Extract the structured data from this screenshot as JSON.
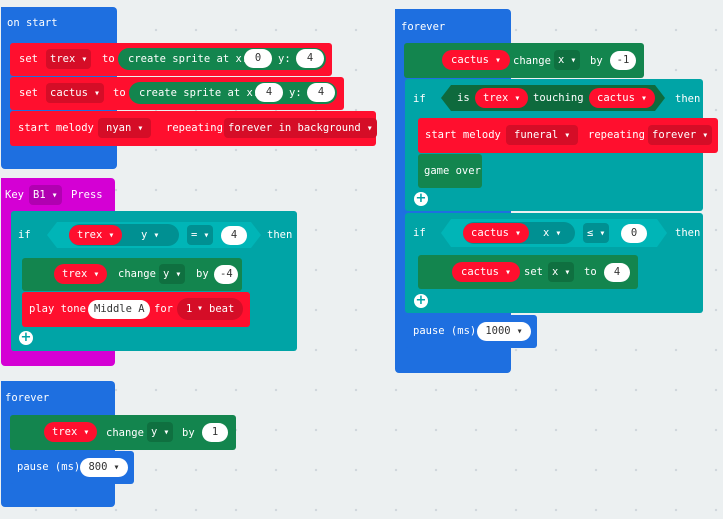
{
  "on_start": {
    "header": "on start",
    "set1": {
      "set": "set",
      "var": "trex",
      "to": "to",
      "create": "create sprite at x:",
      "x": "0",
      "y_lbl": "y:",
      "y": "4"
    },
    "set2": {
      "set": "set",
      "var": "cactus",
      "to": "to",
      "create": "create sprite at x:",
      "x": "4",
      "y_lbl": "y:",
      "y": "4"
    },
    "melody": {
      "label": "start melody",
      "name": "nyan",
      "repeating": "repeating",
      "mode": "forever in background"
    }
  },
  "key_b1": {
    "key": "Key",
    "button": "B1",
    "event": "Press",
    "if": "if",
    "then": "then",
    "cond": {
      "sprite": "trex",
      "prop": "y",
      "op": "=",
      "value": "4"
    },
    "change": {
      "sprite": "trex",
      "label": "change",
      "prop": "y",
      "by": "by",
      "value": "-4"
    },
    "tone": {
      "label": "play tone",
      "note": "Middle A",
      "for": "for",
      "beat": "1",
      "beat_lbl": "beat"
    }
  },
  "forever_left": {
    "header": "forever",
    "change": {
      "sprite": "trex",
      "label": "change",
      "prop": "y",
      "by": "by",
      "value": "1"
    },
    "pause": {
      "label": "pause (ms)",
      "value": "800"
    }
  },
  "forever_right": {
    "header": "forever",
    "change": {
      "sprite": "cactus",
      "label": "change",
      "prop": "x",
      "by": "by",
      "value": "-1"
    },
    "if1": {
      "if": "if",
      "is": "is",
      "sprite": "trex",
      "touching": "touching",
      "other": "cactus",
      "then": "then",
      "melody": {
        "label": "start melody",
        "name": "funeral",
        "repeating": "repeating",
        "mode": "forever"
      },
      "game_over": "game over"
    },
    "if2": {
      "if": "if",
      "then": "then",
      "sprite": "cactus",
      "prop": "x",
      "op": "≤",
      "value": "0",
      "set": {
        "sprite": "cactus",
        "label": "set",
        "prop": "x",
        "to": "to",
        "value": "4"
      }
    },
    "pause": {
      "label": "pause (ms)",
      "value": "1000"
    }
  },
  "colors": {
    "loops": "#1e6fe0",
    "variables": "#ff0f2e",
    "sprites": "#13854e",
    "logic": "#00a4a6",
    "controller": "#d400d4",
    "workspace": "#ecf0f1"
  }
}
